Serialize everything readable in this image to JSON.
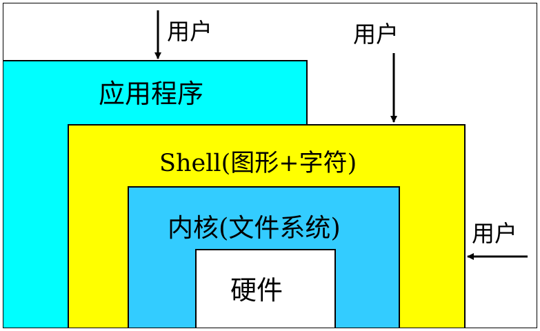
{
  "diagram": {
    "layers": {
      "application": "应用程序",
      "shell": "Shell(图形+字符)",
      "kernel": "内核(文件系统)",
      "hardware": "硬件"
    },
    "users": [
      "用户",
      "用户",
      "用户"
    ],
    "colors": {
      "application": "#00ffff",
      "shell": "#ffff00",
      "kernel": "#33ccff",
      "hardware": "#ffffff",
      "border": "#000000"
    },
    "arrows": [
      {
        "from": "用户",
        "to": "应用程序",
        "direction": "down"
      },
      {
        "from": "用户",
        "to": "Shell(图形+字符)",
        "direction": "down"
      },
      {
        "from": "用户",
        "to": "Shell(图形+字符)",
        "direction": "left"
      }
    ]
  }
}
